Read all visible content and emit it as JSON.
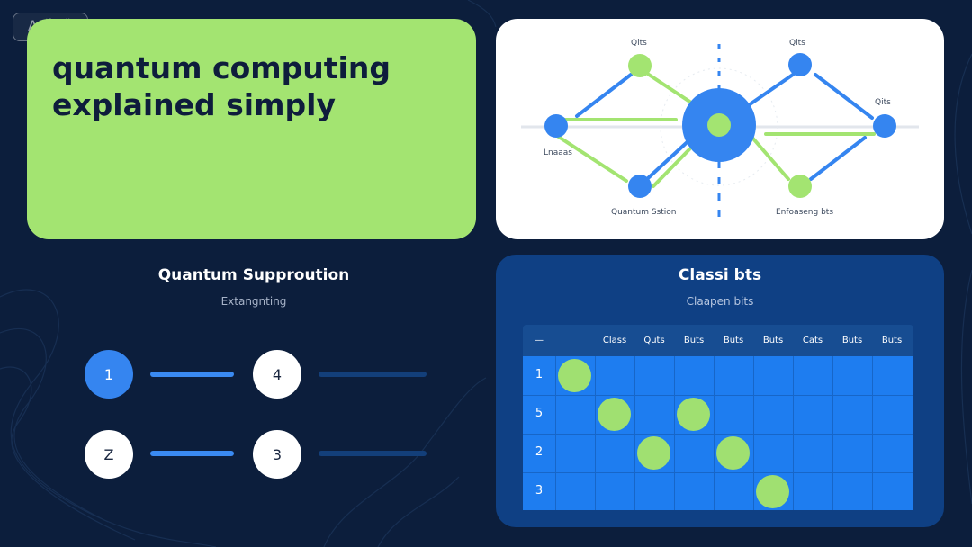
{
  "watermark": {
    "text": "AI生成"
  },
  "title_card": {
    "title": "quantum computing explained simply"
  },
  "diagram": {
    "labels": [
      "Qits",
      "Qits",
      "Qits",
      "Lnaaas",
      "Quantum Sstion",
      "Enfoaseng bts"
    ],
    "colors": {
      "blue": "#3585f0",
      "green": "#a3e471"
    }
  },
  "superposition": {
    "title": "Quantum Supproution",
    "subtitle": "Extangnting",
    "nodes": [
      "1",
      "4",
      "Z",
      "3"
    ]
  },
  "classic": {
    "title": "Classi bts",
    "subtitle": "Claapen bits",
    "headers": [
      "—",
      "Class",
      "Quts",
      "Buts",
      "Buts",
      "Buts",
      "Cats",
      "Buts",
      "Buts"
    ],
    "rows": [
      "1",
      "5",
      "2",
      "3"
    ],
    "filled_cells": [
      [
        0,
        0
      ],
      [
        1,
        1
      ],
      [
        1,
        3
      ],
      [
        2,
        2
      ],
      [
        2,
        4
      ],
      [
        3,
        5
      ]
    ]
  }
}
